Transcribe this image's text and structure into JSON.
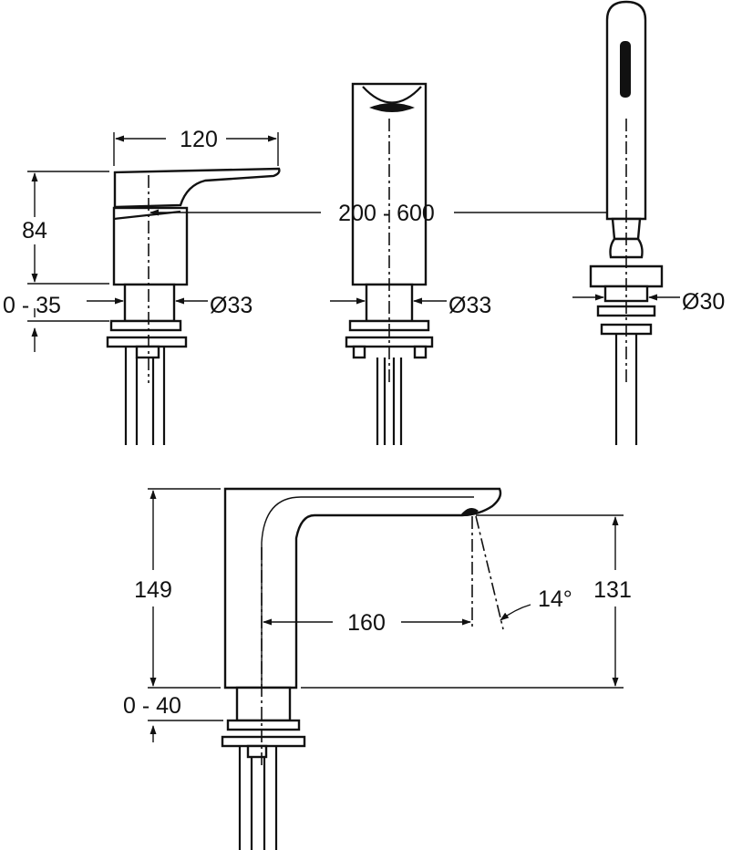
{
  "dimensions": {
    "lever_width": "120",
    "lever_height": "84",
    "lever_deck_range": "0 - 35",
    "lever_diameter": "Ø33",
    "spout_hose_range": "200 - 600",
    "spout_diameter": "Ø33",
    "handshower_diameter": "Ø30",
    "tall_spout_height": "149",
    "tall_spout_reach": "160",
    "tall_spout_angle": "14°",
    "tall_spout_outlet_height": "131",
    "tall_spout_deck_range": "0 - 40"
  },
  "colors": {
    "line": "#111111",
    "background": "#ffffff"
  }
}
